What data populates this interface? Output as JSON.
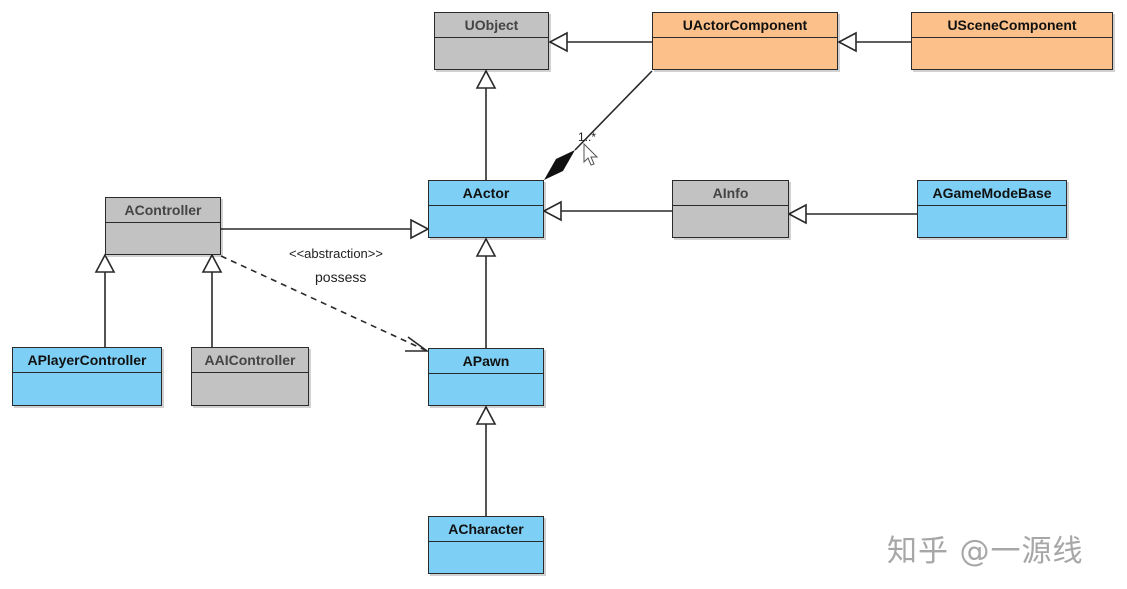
{
  "classes": {
    "uobject": "UObject",
    "uactorcomponent": "UActorComponent",
    "uscenecomponent": "USceneComponent",
    "aactor": "AActor",
    "ainfo": "AInfo",
    "agamemodebase": "AGameModeBase",
    "acontroller": "AController",
    "aplayercontroller": "APlayerController",
    "aaicontroller": "AAIController",
    "apawn": "APawn",
    "acharacter": "ACharacter"
  },
  "labels": {
    "stereotype": "<<abstraction>>",
    "possess": "possess",
    "multiplicity": "1..*"
  },
  "watermark": "知乎 @一源线",
  "colors": {
    "blue": "#7dcff5",
    "gray": "#c2c2c2",
    "orange": "#fcc08a",
    "line": "#2a2a2a"
  }
}
